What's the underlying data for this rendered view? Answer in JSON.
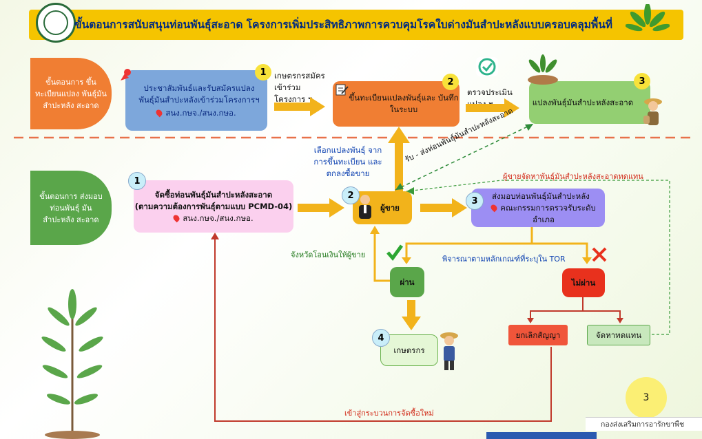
{
  "header": {
    "title": "ขั้นตอนการสนับสนุนท่อนพันธุ์สะอาด โครงการเพิ่มประสิทธิภาพการควบคุมโรคใบด่างมันสำปะหลังแบบครอบคลุมพื้นที่"
  },
  "stage1": {
    "label": "ขั้นตอนการ ขึ้นทะเบียนแปลง พันธุ์มันสำปะหลัง สะอาด",
    "step1_num": "1",
    "step1_text": "ประชาสัมพันธ์และรับสมัครแปลง พันธุ์มันสำปะหลังเข้าร่วมโครงการฯ",
    "step1_sub": "สนง.กษจ./สนง.กษอ.",
    "arrow1_label": "เกษตรกรสมัคร เข้าร่วมโครงการ ฯ",
    "step2_num": "2",
    "step2_text": "ขึ้นทะเบียนแปลงพันธุ์และ บันทึกในระบบ",
    "arrow2_label": "ตรวจประเมินแปลง ฯ",
    "step3_num": "3",
    "step3_text": "แปลงพันธุ์มันสำปะหลังสะอาด"
  },
  "stage2": {
    "label": "ขั้นตอนการ ส่งมอบท่อนพันธุ์ มันสำปะหลัง สะอาด",
    "step1_num": "1",
    "step1_title": "จัดซื้อท่อนพันธุ์มันสำปะหลังสะอาด",
    "step1_subtitle": "(ตามความต้องการพันธุ์ตามแบบ PCMD-04)",
    "step1_sub": "สนง.กษจ./สนง.กษอ.",
    "step2_num": "2",
    "step2_text": "ผู้ขาย",
    "step3_num": "3",
    "step3_text": "ส่งมอบท่อนพันธุ์มันสำปะหลัง",
    "step3_sub": "คณะกรรมการตรวจรับระดับอำเภอ",
    "up_label": "เลือกแปลงพันธุ์ จากการขึ้นทะเบียน และตกลงซื้อขาย",
    "diag_label": "รับ - ส่งท่อนพันธุ์มันสำปะหลังสะอาด",
    "seller_find_label": "ผู้ขายจัดหาพันธุ์มันสำปะหลังสะอาดทดแทน",
    "criteria_label": "พิจารณาตามหลักเกณฑ์ที่ระบุใน TOR",
    "transfer_label": "จังหวัดโอนเงินให้ผู้ขาย",
    "pass": "ผ่าน",
    "fail": "ไม่ผ่าน",
    "step4_num": "4",
    "step4_text": "เกษตรกร",
    "cancel": "ยกเลิกสัญญา",
    "replace": "จัดหาทดแทน",
    "restart_label": "เข้าสู่กระบวนการจัดซื้อใหม่"
  },
  "footer": {
    "page_number": "3",
    "org": "กองส่งเสริมการอารักขาพืช"
  },
  "colors": {
    "orange": "#f07e33",
    "green": "#5aa64a",
    "blue_box": "#7da7db",
    "arrow": "#f2b31b",
    "red": "#e8311d"
  }
}
